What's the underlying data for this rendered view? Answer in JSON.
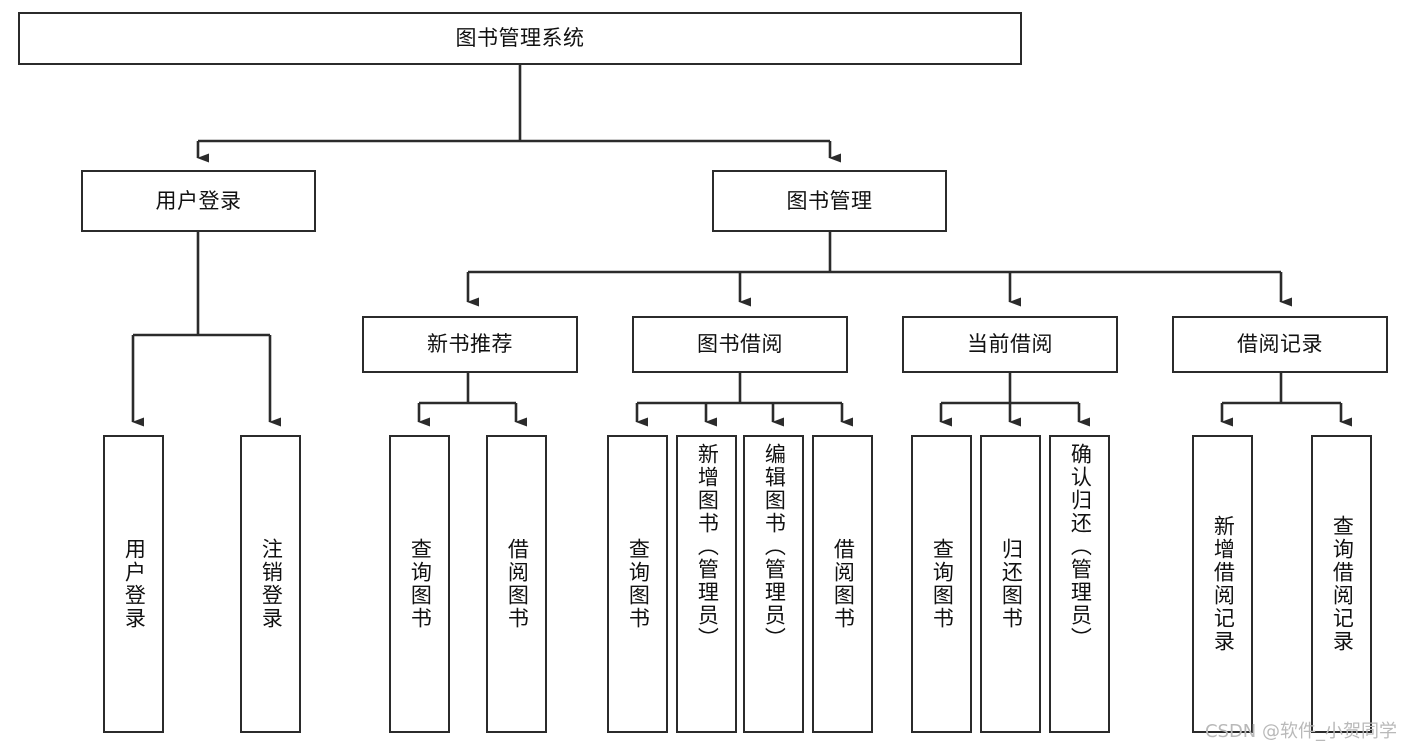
{
  "diagram": {
    "title": "图书管理系统",
    "type": "tree-hierarchy",
    "watermark": "CSDN @软件_小贺同学",
    "colors": {
      "box_border": "#2b2b2b",
      "box_fill": "#ffffff",
      "edge": "#2b2b2b",
      "text": "#111111",
      "watermark": "#b9b9b9"
    },
    "root": {
      "label": "图书管理系统"
    },
    "level1": [
      {
        "label": "用户登录"
      },
      {
        "label": "图书管理"
      }
    ],
    "level2": [
      {
        "label": "新书推荐"
      },
      {
        "label": "图书借阅"
      },
      {
        "label": "当前借阅"
      },
      {
        "label": "借阅记录"
      }
    ],
    "leaves": {
      "user_login": [
        {
          "label": "用户登录"
        },
        {
          "label": "注销登录"
        }
      ],
      "new_book": [
        {
          "label": "查询图书"
        },
        {
          "label": "借阅图书"
        }
      ],
      "book_borrow": [
        {
          "label": "查询图书"
        },
        {
          "label": "新增图书（管理员）"
        },
        {
          "label": "编辑图书（管理员）"
        },
        {
          "label": "借阅图书"
        }
      ],
      "current_borrow": [
        {
          "label": "查询图书"
        },
        {
          "label": "归还图书"
        },
        {
          "label": "确认归还（管理员）"
        }
      ],
      "borrow_record": [
        {
          "label": "新增借阅记录"
        },
        {
          "label": "查询借阅记录"
        }
      ]
    }
  }
}
